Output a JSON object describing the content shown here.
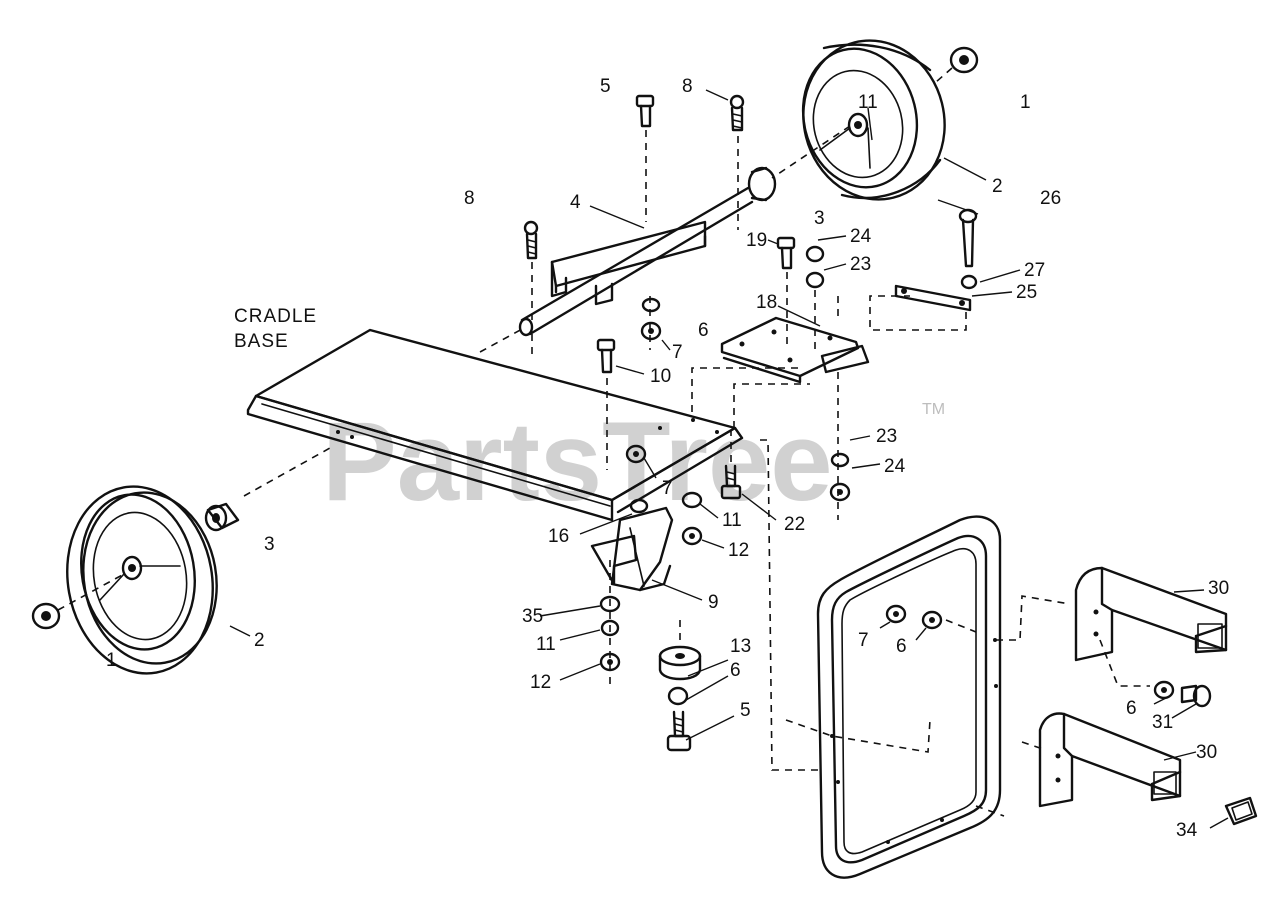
{
  "watermark": {
    "text": "PartsTree",
    "trademark": "TM"
  },
  "base_label": {
    "line1": "CRADLE",
    "line2": "BASE"
  },
  "callouts": {
    "c1_top": "1",
    "c2_top": "2",
    "c11_wheel": "11",
    "c5_top": "5",
    "c8_top": "8",
    "c8_left": "8",
    "c4": "4",
    "c3_mid": "3",
    "c24_top": "24",
    "c23_top": "23",
    "c19": "19",
    "c26": "26",
    "c27": "27",
    "c25": "25",
    "c18": "18",
    "c6_mid": "6",
    "c7_mid": "7",
    "c10": "10",
    "c23_low": "23",
    "c24_low": "24",
    "c22": "22",
    "c11_mid": "11",
    "c12_mid": "12",
    "c7_low": "7",
    "c16": "16",
    "c9": "9",
    "c3_left": "3",
    "c2_left": "2",
    "c1_left": "1",
    "c35": "35",
    "c11_low": "11",
    "c12_low": "12",
    "c13": "13",
    "c6_low": "6",
    "c5_low": "5",
    "c7_frame": "7",
    "c6_frame": "6",
    "c30_top": "30",
    "c6_right": "6",
    "c31": "31",
    "c30_low": "30",
    "c34": "34"
  }
}
